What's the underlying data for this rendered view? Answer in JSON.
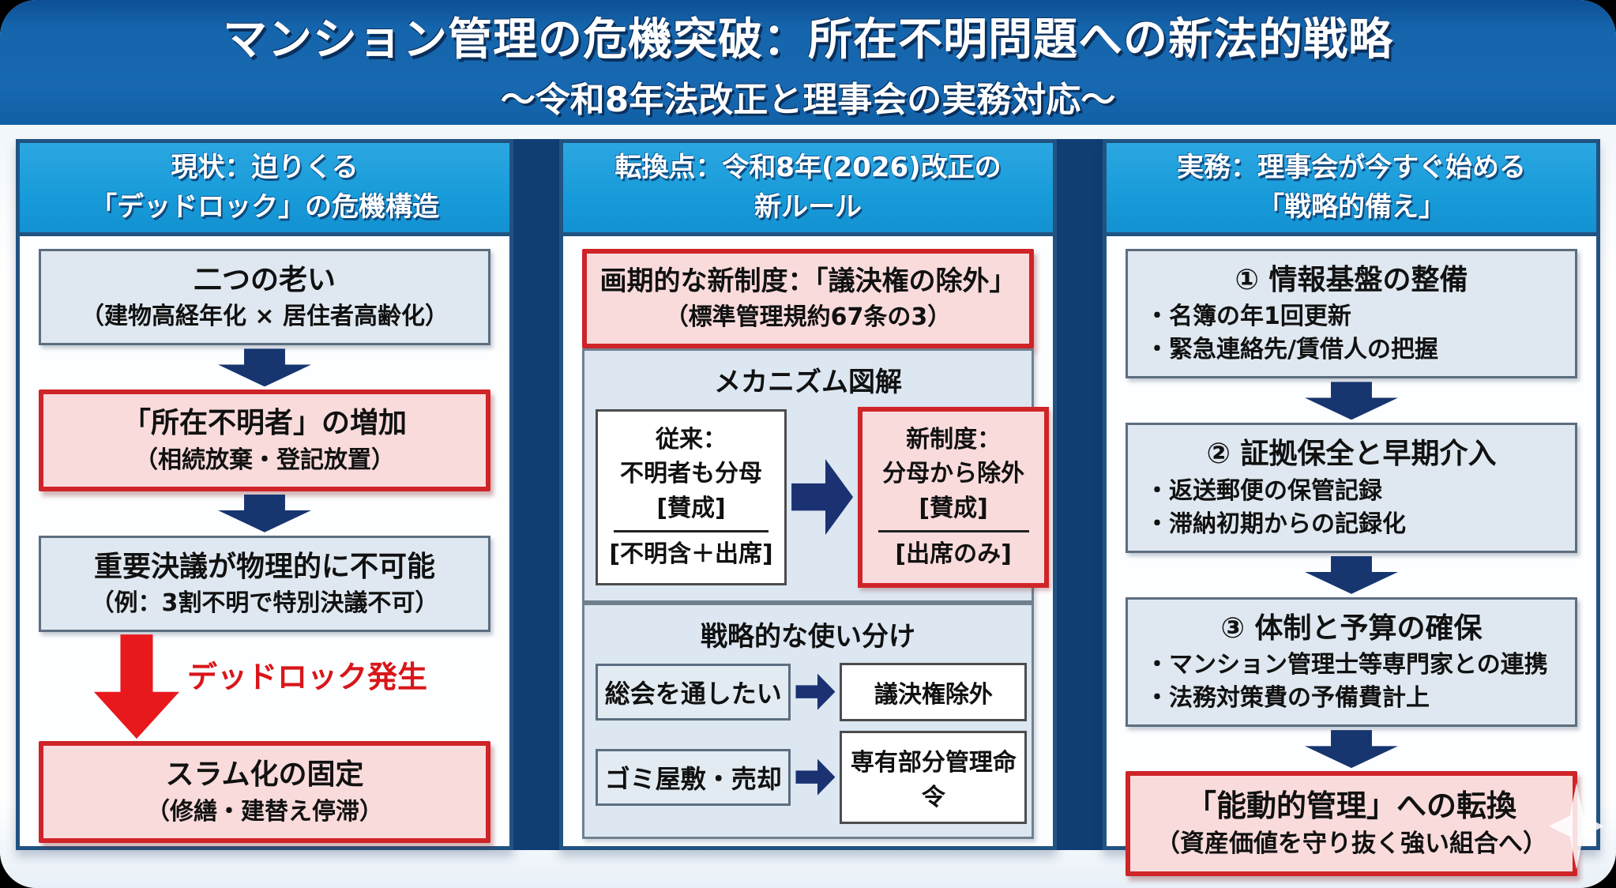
{
  "title": {
    "line1": "マンション管理の危機突破：所在不明問題への新法的戦略",
    "line2": "～令和8年法改正と理事会の実務対応～"
  },
  "col1": {
    "header1": "現状：迫りくる",
    "header2": "「デッドロック」の危機構造",
    "box1_title": "二つの老い",
    "box1_sub": "（建物高経年化 × 居住者高齢化）",
    "box2_title": "「所在不明者」の増加",
    "box2_sub": "（相続放棄・登記放置）",
    "box3_title": "重要決議が物理的に不可能",
    "box3_sub": "（例：3割不明で特別決議不可）",
    "deadlock_label": "デッドロック発生",
    "box4_title": "スラム化の固定",
    "box4_sub": "（修繕・建替え停滞）"
  },
  "col2": {
    "header1": "転換点：令和8年(2026)改正の",
    "header2": "新ルール",
    "box1_title": "画期的な新制度：「議決権の除外」",
    "box1_sub": "（標準管理規約67条の3）",
    "mech_title": "メカニズム図解",
    "before_line1": "従来：",
    "before_line2": "不明者も分母",
    "before_num": "[賛成]",
    "before_den": "[不明含＋出席]",
    "after_line1": "新制度：",
    "after_line2": "分母から除外",
    "after_num": "[賛成]",
    "after_den": "[出席のみ]",
    "strategy_title": "戦略的な使い分け",
    "row1_left": "総会を通したい",
    "row1_right": "議決権除外",
    "row2_left": "ゴミ屋敷・売却",
    "row2_right": "専有部分管理命令"
  },
  "col3": {
    "header1": "実務：理事会が今すぐ始める",
    "header2": "「戦略的備え」",
    "step1_title": "① 情報基盤の整備",
    "step1_b1": "・名簿の年1回更新",
    "step1_b2": "・緊急連絡先/賃借人の把握",
    "step2_title": "② 証拠保全と早期介入",
    "step2_b1": "・返送郵便の保管記録",
    "step2_b2": "・滞納初期からの記録化",
    "step3_title": "③ 体制と予算の確保",
    "step3_b1": "・マンション管理士等専門家との連携",
    "step3_b2": "・法務対策費の予備費計上",
    "final_title": "「能動的管理」への転換",
    "final_sub": "（資産価値を守り抜く強い組合へ）"
  },
  "colors": {
    "banner_blue": "#1565ac",
    "header_cyan": "#189bd9",
    "panel_border": "#215381",
    "backdrop_navy": "#0f3e74",
    "box_blue_fill": "#dfe8f0",
    "alert_pink_fill": "#f9dbdc",
    "alert_red_border": "#cf2428",
    "arrow_navy": "#17356f",
    "arrow_red": "#e8191d",
    "subpanel_fill": "#dce7f2"
  }
}
